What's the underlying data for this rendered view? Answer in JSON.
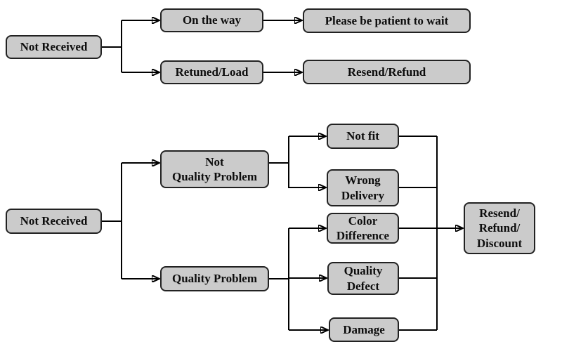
{
  "background_color": "#ffffff",
  "node_fill_color": "#cbcbcb",
  "node_border_color": "#222222",
  "connector_color": "#000000",
  "chart1": {
    "name": "not-received-flow",
    "nodes": {
      "not_received": {
        "label": "Not Received"
      },
      "on_the_way": {
        "label": "On the way"
      },
      "retuned_load": {
        "label": "Retuned/Load"
      },
      "please_be_patient": {
        "label": "Please be patient to wait"
      },
      "resend_refund": {
        "label": "Resend/Refund"
      }
    },
    "edges": [
      {
        "from": "not_received",
        "to": "on_the_way"
      },
      {
        "from": "not_received",
        "to": "retuned_load"
      },
      {
        "from": "on_the_way",
        "to": "please_be_patient"
      },
      {
        "from": "retuned_load",
        "to": "resend_refund"
      }
    ]
  },
  "chart2": {
    "name": "received-problem-flow",
    "nodes": {
      "not_received": {
        "label": "Not Received"
      },
      "not_quality_problem": {
        "label": "Not\nQuality Problem"
      },
      "quality_problem": {
        "label": "Quality Problem"
      },
      "not_fit": {
        "label": "Not fit"
      },
      "wrong_delivery": {
        "label": "Wrong\nDelivery"
      },
      "color_difference": {
        "label": "Color\nDifference"
      },
      "quality_defect": {
        "label": "Quality\nDefect"
      },
      "damage": {
        "label": "Damage"
      },
      "resend_refund_discount": {
        "label": "Resend/\nRefund/\nDiscount"
      }
    },
    "edges": [
      {
        "from": "not_received",
        "to": "not_quality_problem"
      },
      {
        "from": "not_received",
        "to": "quality_problem"
      },
      {
        "from": "not_quality_problem",
        "to": "not_fit"
      },
      {
        "from": "not_quality_problem",
        "to": "wrong_delivery"
      },
      {
        "from": "quality_problem",
        "to": "color_difference"
      },
      {
        "from": "quality_problem",
        "to": "quality_defect"
      },
      {
        "from": "quality_problem",
        "to": "damage"
      },
      {
        "from": "not_fit",
        "to": "resend_refund_discount"
      },
      {
        "from": "wrong_delivery",
        "to": "resend_refund_discount"
      },
      {
        "from": "color_difference",
        "to": "resend_refund_discount"
      },
      {
        "from": "quality_defect",
        "to": "resend_refund_discount"
      },
      {
        "from": "damage",
        "to": "resend_refund_discount"
      }
    ]
  }
}
